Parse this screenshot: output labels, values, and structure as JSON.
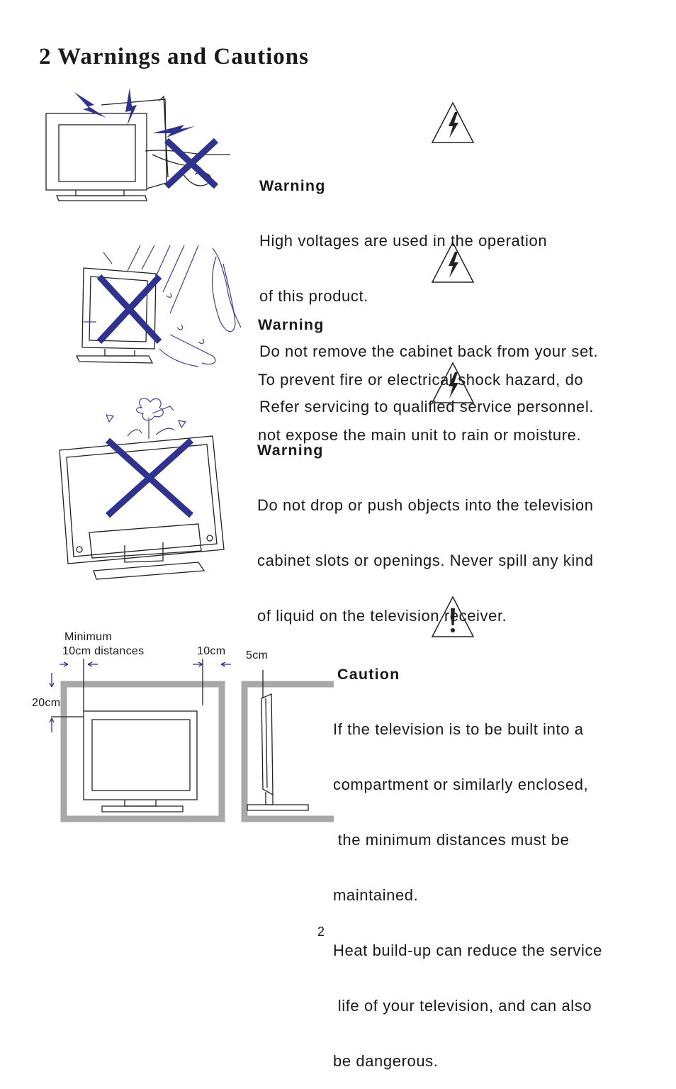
{
  "page": {
    "title": "2 Warnings and Cautions",
    "page_number": "2"
  },
  "colors": {
    "cross": "#2f3390",
    "line_art": "#3a3f9a",
    "wall": "#a8a8a8"
  },
  "sections": [
    {
      "heading": "Warning",
      "icon": "lightning-triangle-icon",
      "lines": [
        "High voltages are used in the operation",
        "of this product.",
        "Do not remove the cabinet back from your set.",
        "Refer servicing to qualified service personnel."
      ]
    },
    {
      "heading": "Warning",
      "icon": "lightning-triangle-icon",
      "lines": [
        "To prevent fire or electrical shock hazard, do",
        "not expose the main unit to rain or moisture."
      ]
    },
    {
      "heading": "Warning",
      "icon": "lightning-triangle-icon",
      "lines": [
        "Do not drop or push objects into the television",
        "cabinet slots or openings. Never spill any kind",
        "of liquid on the television receiver."
      ]
    },
    {
      "heading": "Caution",
      "icon": "exclamation-triangle-icon",
      "lines": [
        "If the television is to be built into a",
        "compartment or similarly enclosed,",
        " the minimum distances must be",
        "maintained.",
        "Heat build-up can reduce the service",
        " life of your television, and can also",
        "be dangerous."
      ]
    }
  ],
  "diagram_labels": {
    "minimum": "Minimum",
    "distances": "10cm distances",
    "right": "10cm",
    "top": "20cm",
    "side": "5cm"
  }
}
